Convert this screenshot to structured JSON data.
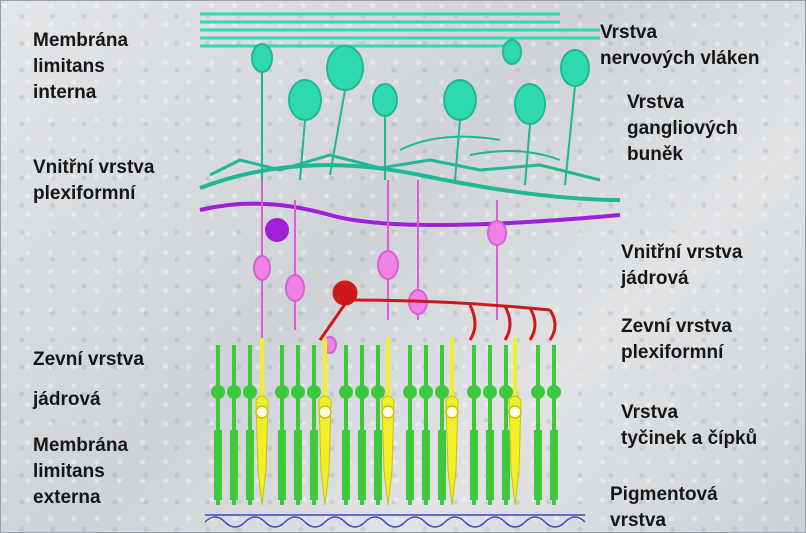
{
  "labels": {
    "membrana_limitans_interna": [
      "Membrána",
      "limitans",
      "interna"
    ],
    "vnitrni_vrstva_plexiformni": [
      "Vnitřní vrstva",
      "plexiformní"
    ],
    "zevni_vrstva_jadrova": [
      "Zevní vrstva",
      "jádrová"
    ],
    "membrana_limitans_externa": [
      "Membrána",
      "limitans",
      "externa"
    ],
    "vrstva_nervovych_vlaken": [
      "Vrstva",
      "nervových vláken"
    ],
    "vrstva_gangliovych_bunek": [
      "Vrstva",
      "gangliových",
      "buněk"
    ],
    "vnitrni_vrstva_jadrova": [
      "Vnitřní vrstva",
      "jádrová"
    ],
    "zevni_vrstva_plexiformni": [
      "Zevní vrstva",
      "plexiformní"
    ],
    "vrstva_tycinek_a_cipku": [
      "Vrstva",
      "tyčinek a čípků"
    ],
    "pigmentova_vrstva": [
      "Pigmentová",
      "vrstva"
    ]
  },
  "colors": {
    "ganglion_cells": "#2fd9b0",
    "bipolar_cells": "#ee82e6",
    "amacrine_cell": "#a020d8",
    "horizontal_cell": "#cc1a1a",
    "rods": "#3ec83e",
    "cones": "#f2ee2a",
    "pigment_layer": "#3c44c8"
  }
}
